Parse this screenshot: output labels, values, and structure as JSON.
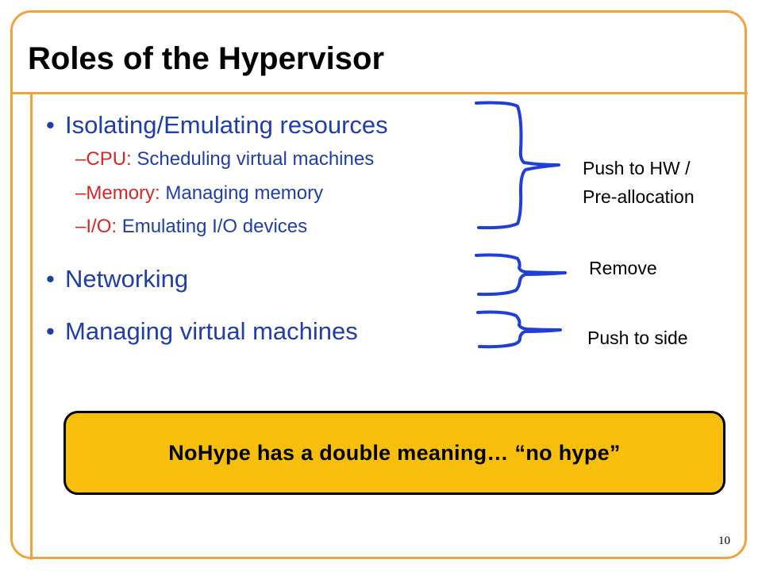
{
  "slide": {
    "title": "Roles of the Hypervisor",
    "page_number": "10"
  },
  "bullets": [
    {
      "text": "Isolating/Emulating resources",
      "sub_items": [
        {
          "key": "CPU:",
          "rest": " Scheduling virtual machines"
        },
        {
          "key": "Memory:",
          "rest": " Managing memory"
        },
        {
          "key": "I/O:",
          "rest": " Emulating I/O devices"
        }
      ]
    },
    {
      "text": "Networking"
    },
    {
      "text": "Managing virtual machines"
    }
  ],
  "bullet_glyph": "•",
  "dash_glyph": "–",
  "side_labels": {
    "resources_line1": "Push to HW /",
    "resources_line2": "Pre-allocation",
    "networking": "Remove",
    "managing": "Push to side"
  },
  "callout": {
    "text": "NoHype has a double meaning… “no hype”"
  },
  "colors": {
    "frame": "#f2a23b",
    "bullet_text": "#1f3ea8",
    "sub_key": "#d62728",
    "brace": "#1f3fd6",
    "callout_fill": "#f7bf0c"
  }
}
